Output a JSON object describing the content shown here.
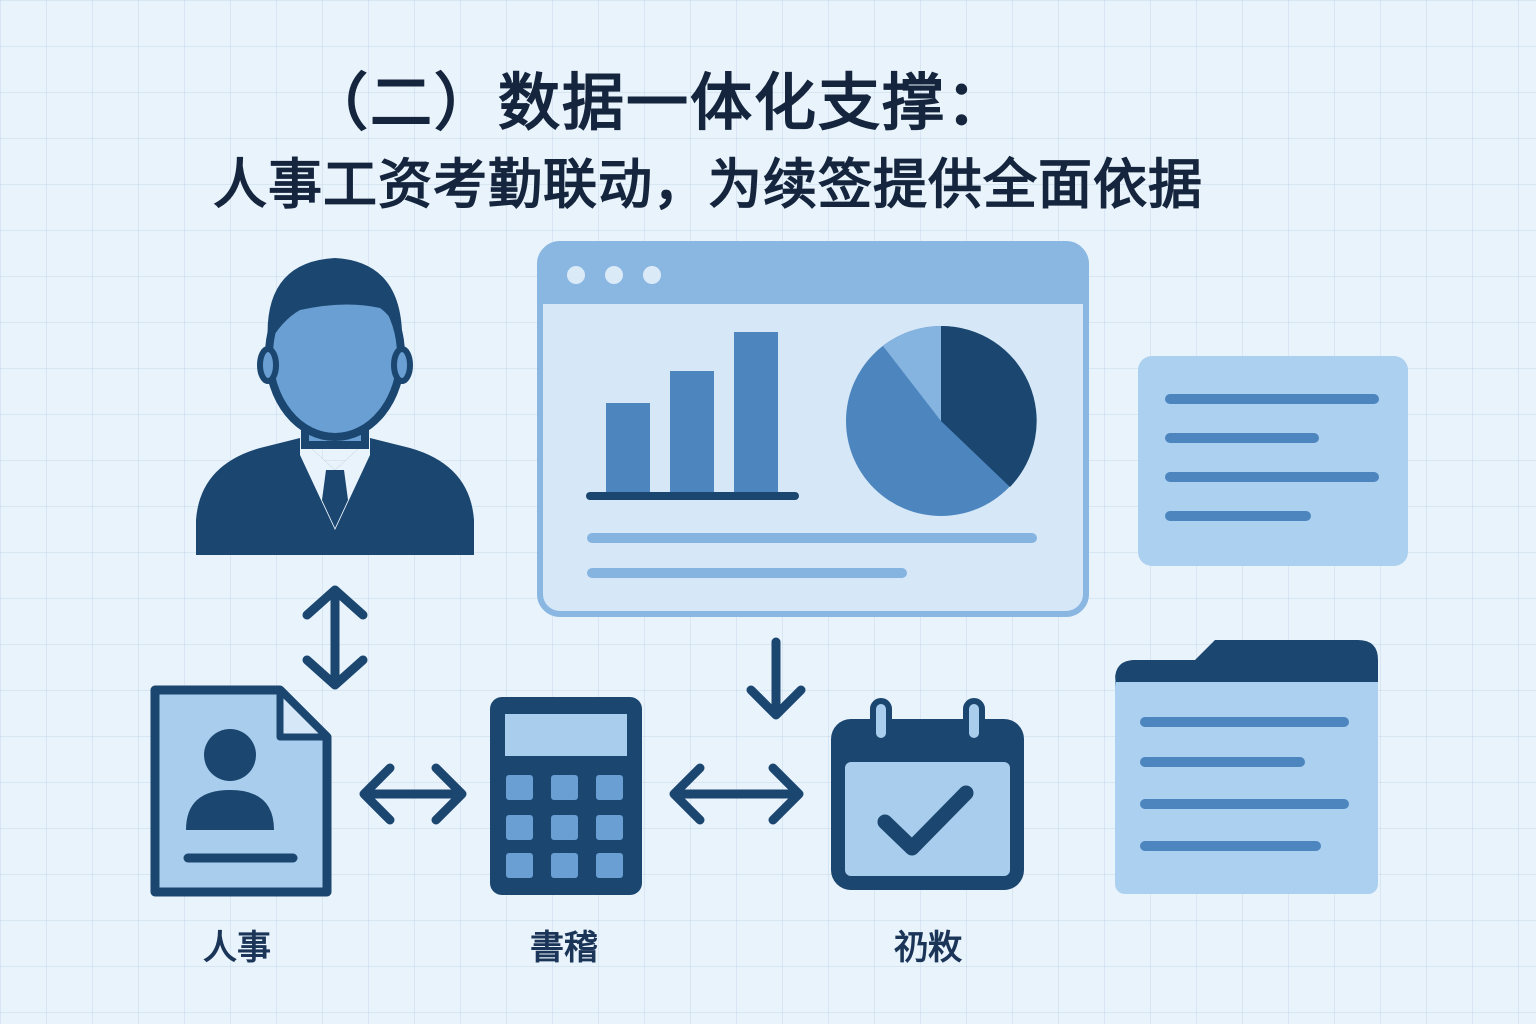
{
  "title": {
    "main": "（二）数据一体化支撑：",
    "subtitle": "人事工资考勤联动，为续签提供全面依据"
  },
  "nodes": {
    "hr_label": "人事",
    "payroll_label": "書稽",
    "attendance_label": "礽敉"
  },
  "colors": {
    "dark": "#1a4670",
    "mid": "#4d86bf",
    "light": "#a9cdec",
    "pale": "#d6e8f7",
    "background": "#e9f3fb"
  }
}
